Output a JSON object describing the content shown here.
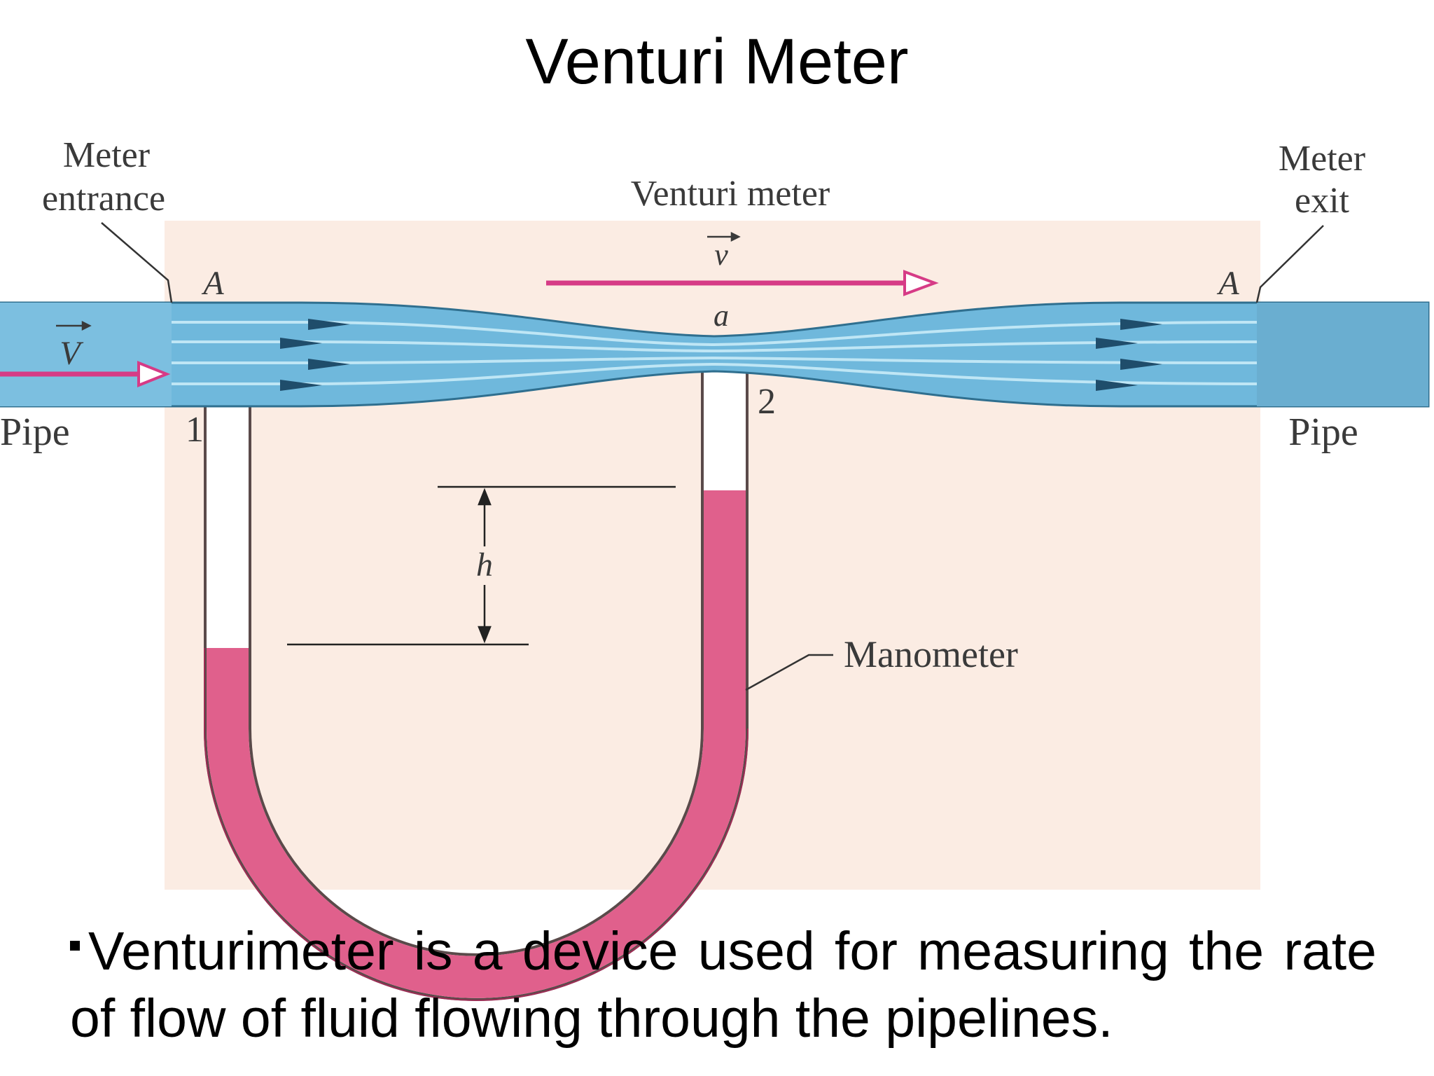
{
  "title": "Venturi Meter",
  "labels": {
    "meter_entrance": [
      "Meter",
      "entrance"
    ],
    "venturi_meter": "Venturi meter",
    "meter_exit": [
      "Meter",
      "exit"
    ],
    "area_left": "A",
    "area_right": "A",
    "area_throat": "a",
    "velocity_inlet": "V",
    "velocity_throat": "v",
    "pipe_left": "Pipe",
    "pipe_right": "Pipe",
    "point_1": "1",
    "point_2": "2",
    "height": "h",
    "manometer": "Manometer"
  },
  "caption": "Venturimeter is a device used for measuring the rate of flow of fluid flowing through the pipelines.",
  "colors": {
    "background_panel": "#fbece3",
    "pipe": "#6fb8dc",
    "pipe_light": "#a9d8ee",
    "pipe_outline": "#2f6f8f",
    "manometer_fluid": "#e0608c",
    "arrow": "#d63b86",
    "streamline_arrow": "#1f4d6b"
  }
}
